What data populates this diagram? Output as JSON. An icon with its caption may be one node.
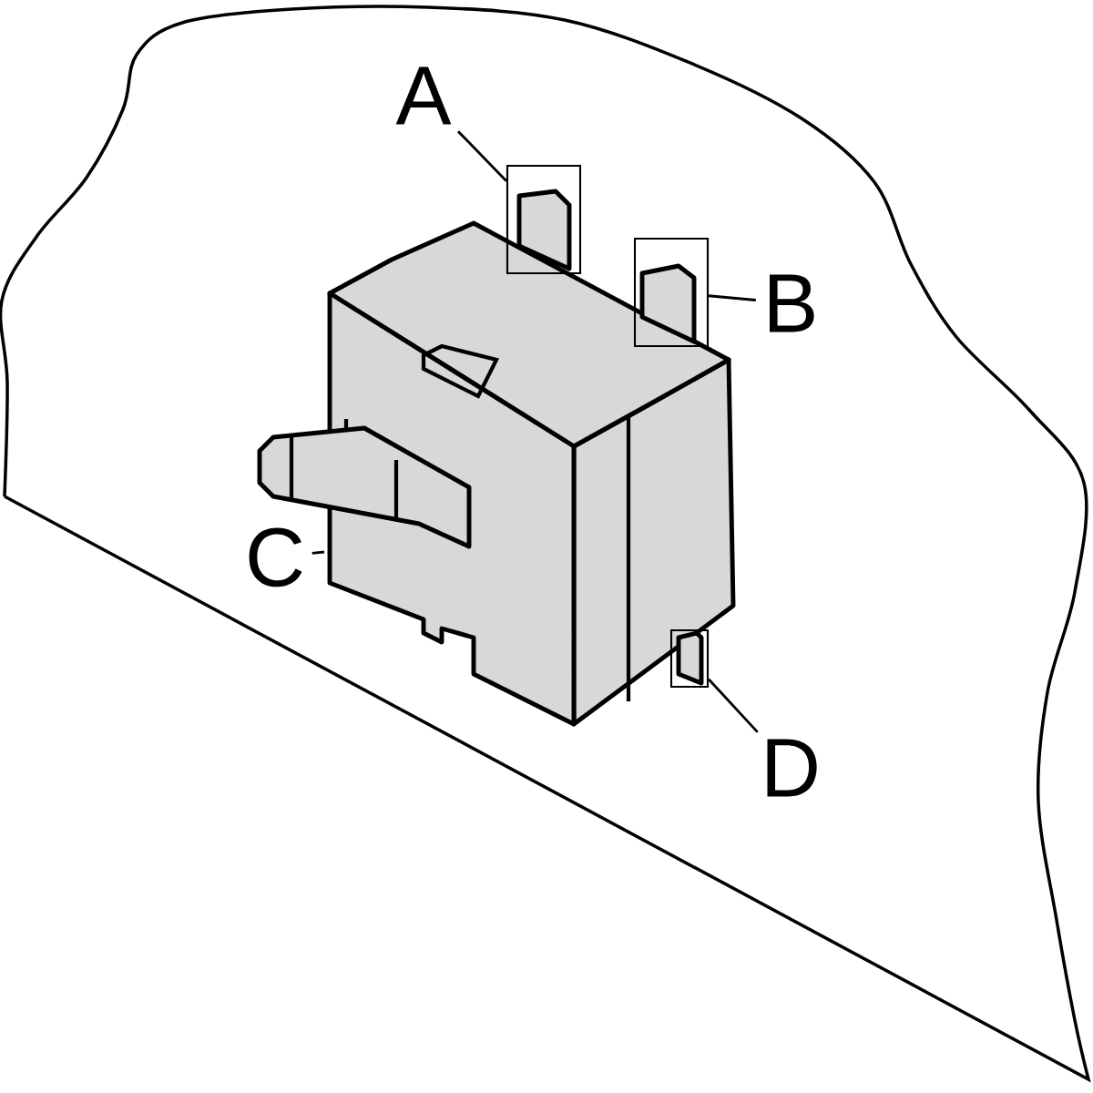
{
  "diagram": {
    "nodes": [
      {
        "text": [
          "A"
        ]
      },
      {
        "text": [
          "B"
        ]
      },
      {
        "text": [
          "C"
        ]
      },
      {
        "text": [
          "D"
        ]
      },
      {
        "text": [],
        "shape": "box"
      },
      {
        "text": [],
        "shape": "box"
      },
      {
        "text": [],
        "shape": "box"
      }
    ],
    "edges": [
      {
        "from": 0,
        "to": 4,
        "arrow": "none"
      },
      {
        "from": 1,
        "to": 5,
        "arrow": "none"
      },
      {
        "from": 2,
        "to": null,
        "arrow": "none"
      },
      {
        "from": 3,
        "to": 6,
        "arrow": "none"
      }
    ]
  }
}
